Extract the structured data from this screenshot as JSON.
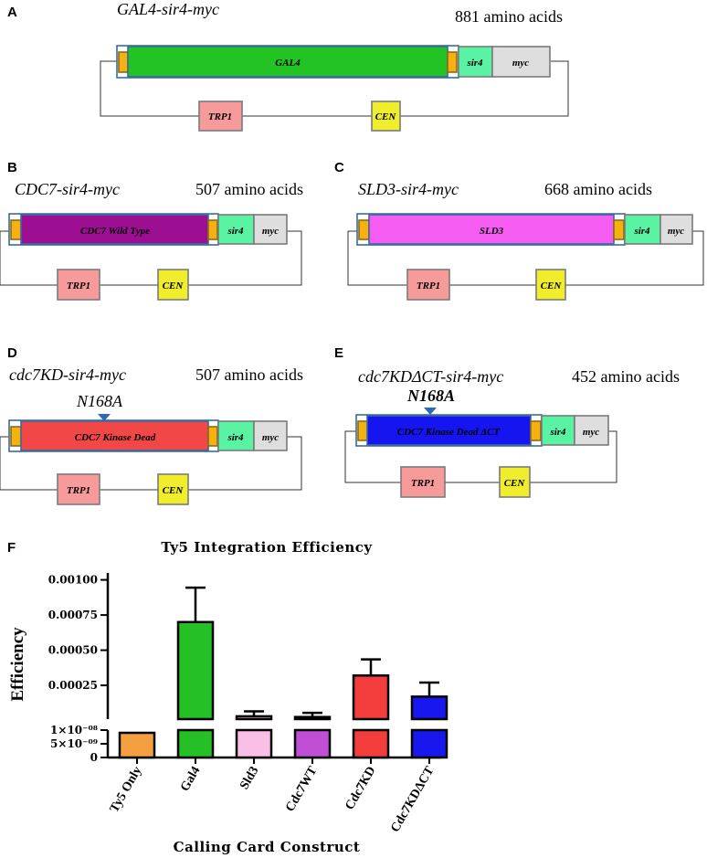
{
  "panels": {
    "A": {
      "label": "A",
      "title": "GAL4-sir4-myc",
      "aa": "881 amino acids",
      "segments": {
        "main": "GAL4",
        "sir4": "sir4",
        "myc": "myc",
        "trp1": "TRP1",
        "cen": "CEN"
      },
      "main_color": "#22c322"
    },
    "B": {
      "label": "B",
      "title": "CDC7-sir4-myc",
      "aa": "507 amino acids",
      "segments": {
        "main": "CDC7 Wild Type",
        "sir4": "sir4",
        "myc": "myc",
        "trp1": "TRP1",
        "cen": "CEN"
      },
      "main_color": "#9c0f93"
    },
    "C": {
      "label": "C",
      "title": "SLD3-sir4-myc",
      "aa": "668 amino acids",
      "segments": {
        "main": "SLD3",
        "sir4": "sir4",
        "myc": "myc",
        "trp1": "TRP1",
        "cen": "CEN"
      },
      "main_color": "#f45cf2"
    },
    "D": {
      "label": "D",
      "title": "cdc7KD-sir4-myc",
      "aa": "507 amino acids",
      "mutation": "N168A",
      "segments": {
        "main": "CDC7 Kinase Dead",
        "sir4": "sir4",
        "myc": "myc",
        "trp1": "TRP1",
        "cen": "CEN"
      },
      "main_color": "#f24747"
    },
    "E": {
      "label": "E",
      "title": "cdc7KDΔCT-sir4-myc",
      "aa": "452 amino acids",
      "mutation": "N168A",
      "segments": {
        "main": "CDC7 Kinase Dead ΔCT",
        "sir4": "sir4",
        "myc": "myc",
        "trp1": "TRP1",
        "cen": "CEN"
      },
      "main_color": "#1515f0"
    },
    "F": {
      "label": "F"
    }
  },
  "colors": {
    "tag": "#f4b10f",
    "sir4": "#5af2a3",
    "myc": "#dedede",
    "trp1": "#f79a9a",
    "cen": "#f0ee2c",
    "outline": "#3a6aa0"
  },
  "chart_data": {
    "type": "bar",
    "title": "Ty5 Integration  Efficiency",
    "xlabel": "Calling Card Construct",
    "ylabel": "Efficiency",
    "categories": [
      "Ty5 Only",
      "Gal4",
      "Sld3",
      "Cdc7WT",
      "Cdc7KD",
      "Cdc7KDΔCT"
    ],
    "values": [
      9e-09,
      0.0007,
      3e-05,
      2.5e-05,
      0.00032,
      0.00017
    ],
    "errors": [
      0,
      0.000245,
      3.5e-05,
      3e-05,
      0.000115,
      0.0001
    ],
    "bar_colors": [
      "#f5a040",
      "#25c025",
      "#f9bfe6",
      "#c04fd6",
      "#f33c3c",
      "#1818ee"
    ],
    "y_upper_ticks": [
      "0.00025",
      "0.00050",
      "0.00075",
      "0.00100"
    ],
    "y_upper_range": [
      1e-05,
      0.00103
    ],
    "y_lower_ticks": [
      "0",
      "5×10⁻⁰⁹",
      "1×10⁻⁰⁸"
    ],
    "y_lower_range": [
      0,
      1e-08
    ],
    "axis_break": true
  }
}
